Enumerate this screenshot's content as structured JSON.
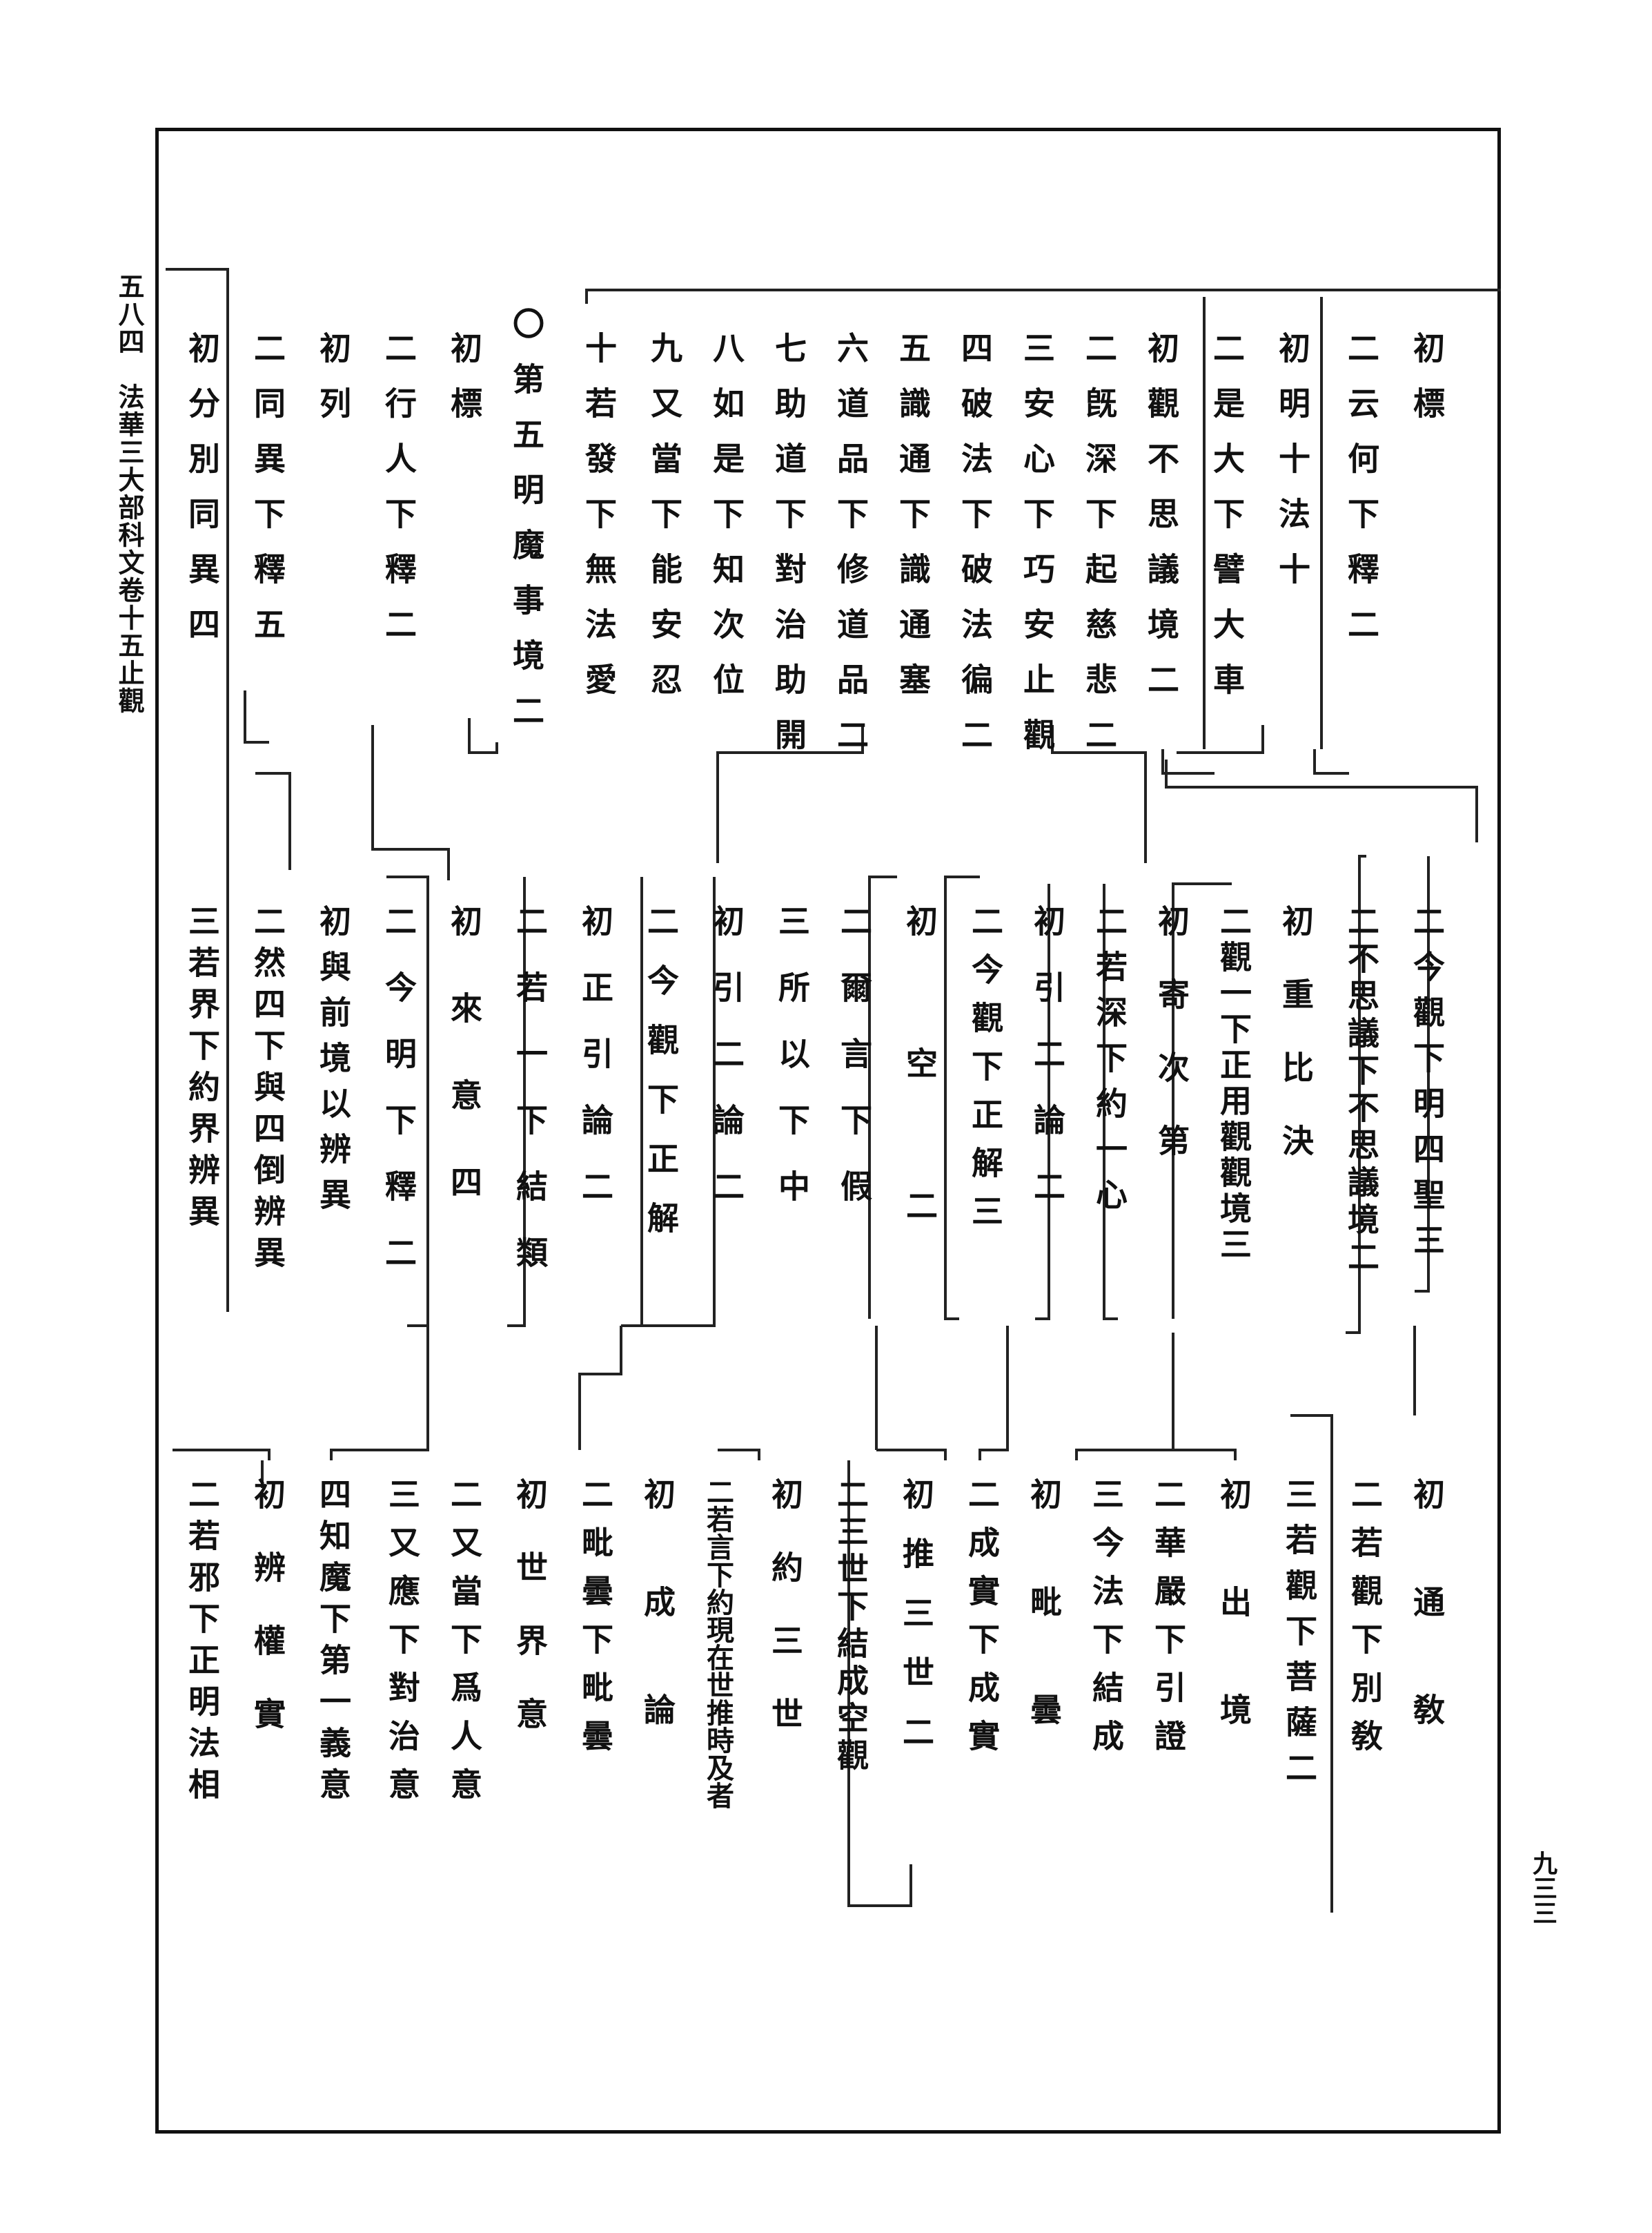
{
  "margin": {
    "page_number": "五八四",
    "book_title": "法華三大部科文卷十五止觀"
  },
  "page_number_right": "九三三",
  "rows": [
    {
      "entries": [
        "初標",
        "二云何下釋二",
        "初明十法十",
        "二是大下譬大車",
        "初觀不思議境二",
        "二旣深下起慈悲二",
        "三安心下巧安止觀",
        "四破法下破法徧二",
        "五識通下識通塞",
        "六道品下修道品二",
        "七助道下對治助開",
        "八如是下知次位",
        "九又當下能安忍",
        "十若發下無法愛",
        "〇第五明魔事境二",
        "初標",
        "二行人下釋二",
        "初列",
        "二同異下釋五",
        "初分別同異四"
      ]
    },
    {
      "entries": [
        "二今觀下明四聖三",
        "二不思議下不思議境二",
        "初重比決",
        "二觀一下正用觀觀境三",
        "初寄次第",
        "二若深下約一心",
        "初引二論二",
        "二今觀下正解三",
        "初空二",
        "二爾言下假",
        "三所以下中",
        "初引二論二",
        "二今觀下正解",
        "初正引論二",
        "二若一下結類",
        "初來意四",
        "二今明下釋二",
        "初與前境以辨異",
        "二然四下與四倒辨異",
        "三若界下約界辨異"
      ]
    },
    {
      "entries": [
        "初通敎",
        "二若觀下別敎",
        "三若觀下菩薩二",
        "初出境",
        "二華嚴下引證",
        "三今法下結成",
        "初毗曇",
        "二成實下成實",
        "初推三世二",
        "二三世下結成空觀",
        "初約三世",
        "二若言下約現在世推時及者",
        "初成論",
        "二毗曇下毗曇",
        "初世界意",
        "二又當下爲人意",
        "三又應下對治意",
        "四知魔下第一義意",
        "初辨權實",
        "二若邪下正明法相"
      ]
    }
  ]
}
